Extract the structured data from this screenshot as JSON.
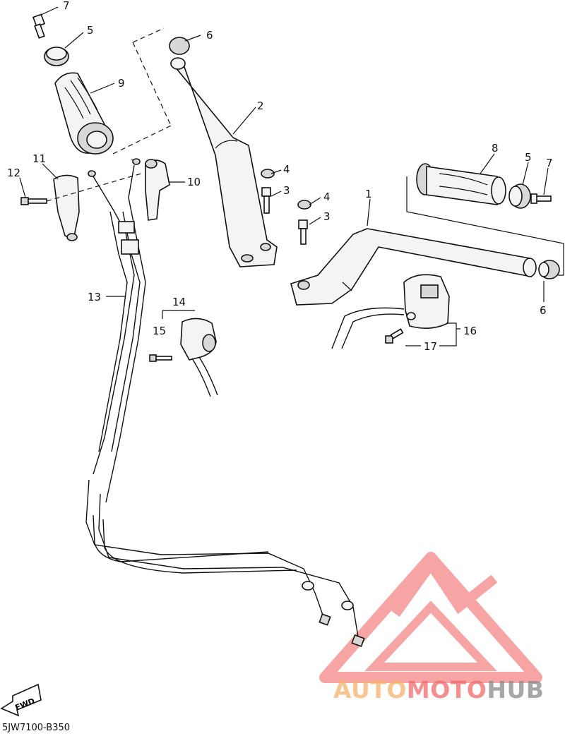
{
  "diagram": {
    "callouts": {
      "c1": "1",
      "c2": "2",
      "c3a": "3",
      "c3b": "3",
      "c4a": "4",
      "c4b": "4",
      "c5a": "5",
      "c5b": "5",
      "c6a": "6",
      "c6b": "6",
      "c7a": "7",
      "c7b": "7",
      "c8": "8",
      "c9": "9",
      "c10": "10",
      "c11": "11",
      "c12": "12",
      "c13": "13",
      "c14": "14",
      "c15": "15",
      "c16": "16",
      "c17": "17"
    },
    "fwd_label": "FWD",
    "part_code": "5JW7100-B350"
  },
  "watermark": {
    "part1": "AUTO",
    "part2": "MOTO",
    "part3": "HUB",
    "colors": {
      "orange": "#f5b26a",
      "red": "#ef6a6a",
      "gray": "#8a8a8a"
    }
  }
}
